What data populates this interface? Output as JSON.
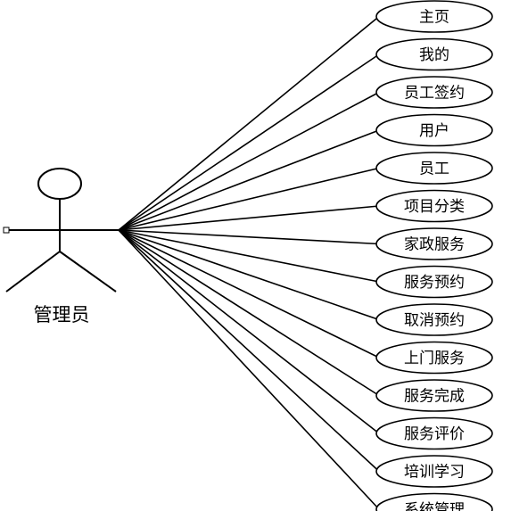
{
  "actor": {
    "name": "管理员"
  },
  "use_cases": [
    {
      "label": "主页"
    },
    {
      "label": "我的"
    },
    {
      "label": "员工签约"
    },
    {
      "label": "用户"
    },
    {
      "label": "员工"
    },
    {
      "label": "项目分类"
    },
    {
      "label": "家政服务"
    },
    {
      "label": "服务预约"
    },
    {
      "label": "取消预约"
    },
    {
      "label": "上门服务"
    },
    {
      "label": "服务完成"
    },
    {
      "label": "服务评价"
    },
    {
      "label": "培训学习"
    },
    {
      "label": "系统管理"
    }
  ],
  "colors": {
    "stroke": "#000000",
    "background": "#ffffff"
  }
}
